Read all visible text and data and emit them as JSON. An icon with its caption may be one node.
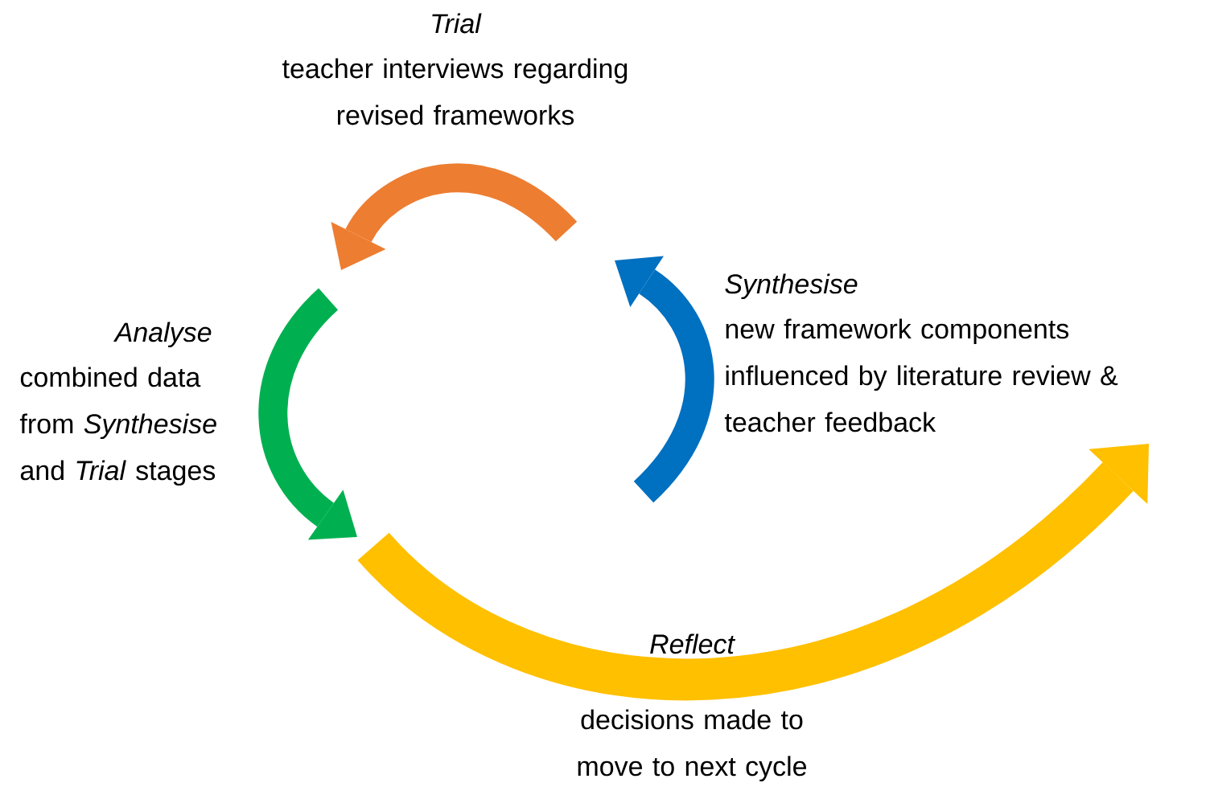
{
  "diagram": {
    "labels": [
      "Trial",
      "teacher interviews regarding revised frameworks",
      "Synthesise",
      "new framework components influenced by literature review & teacher feedback",
      "Analyse",
      "combined data from *Synthesise* and *Trial* stages",
      "Reflect",
      "decisions made to move to next cycle"
    ]
  }
}
